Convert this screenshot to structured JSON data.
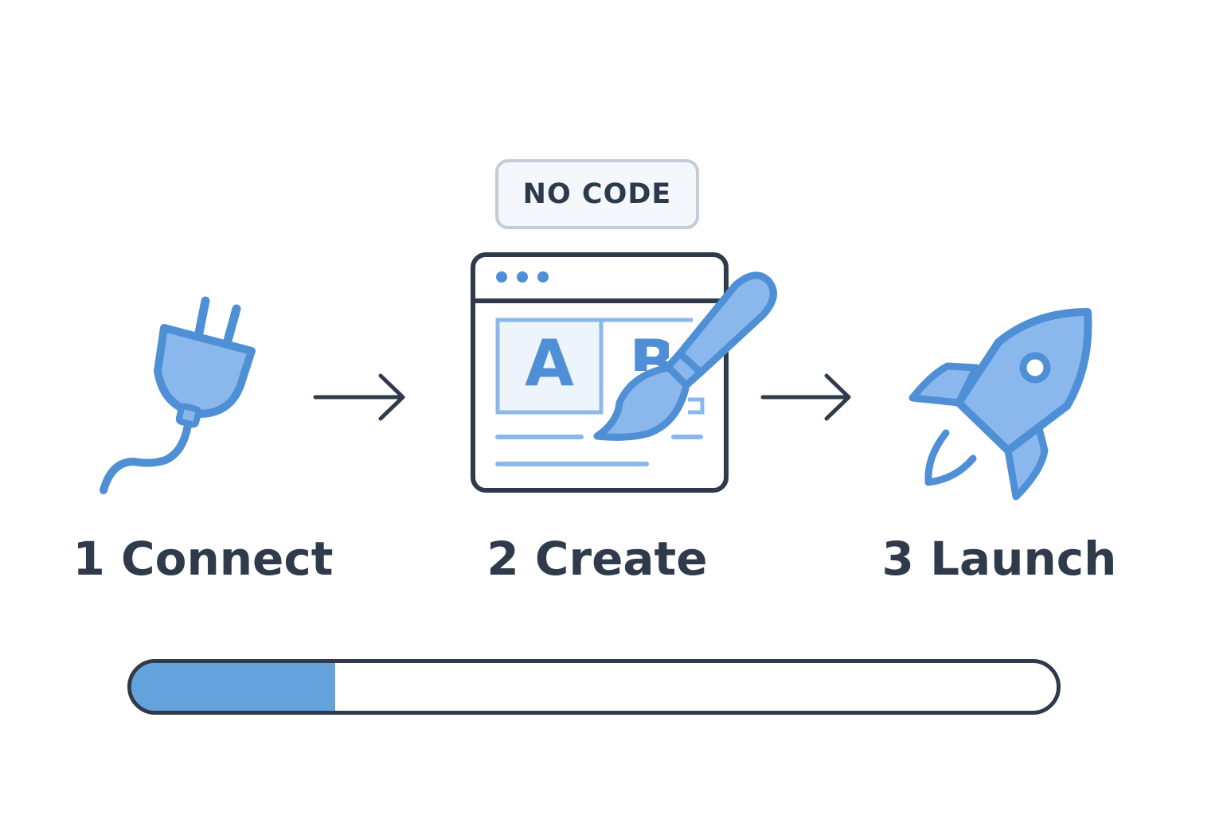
{
  "badge": {
    "label": "NO CODE"
  },
  "steps": [
    {
      "number": "1",
      "name": "Connect",
      "label": "1 Connect",
      "icon": "plug-icon"
    },
    {
      "number": "2",
      "name": "Create",
      "label": "2 Create",
      "icon": "browser-editor-icon"
    },
    {
      "number": "3",
      "name": "Launch",
      "label": "3 Launch",
      "icon": "rocket-icon"
    }
  ],
  "editor_letters": {
    "a": "A",
    "b": "B"
  },
  "progress": {
    "value_fraction": 0.22
  },
  "colors": {
    "accent_fill": "#8ab8ec",
    "accent_stroke": "#4f8fd6",
    "dark": "#2f3a4a",
    "progress_fill": "#64a2dc",
    "badge_border": "#c3ccd8"
  }
}
